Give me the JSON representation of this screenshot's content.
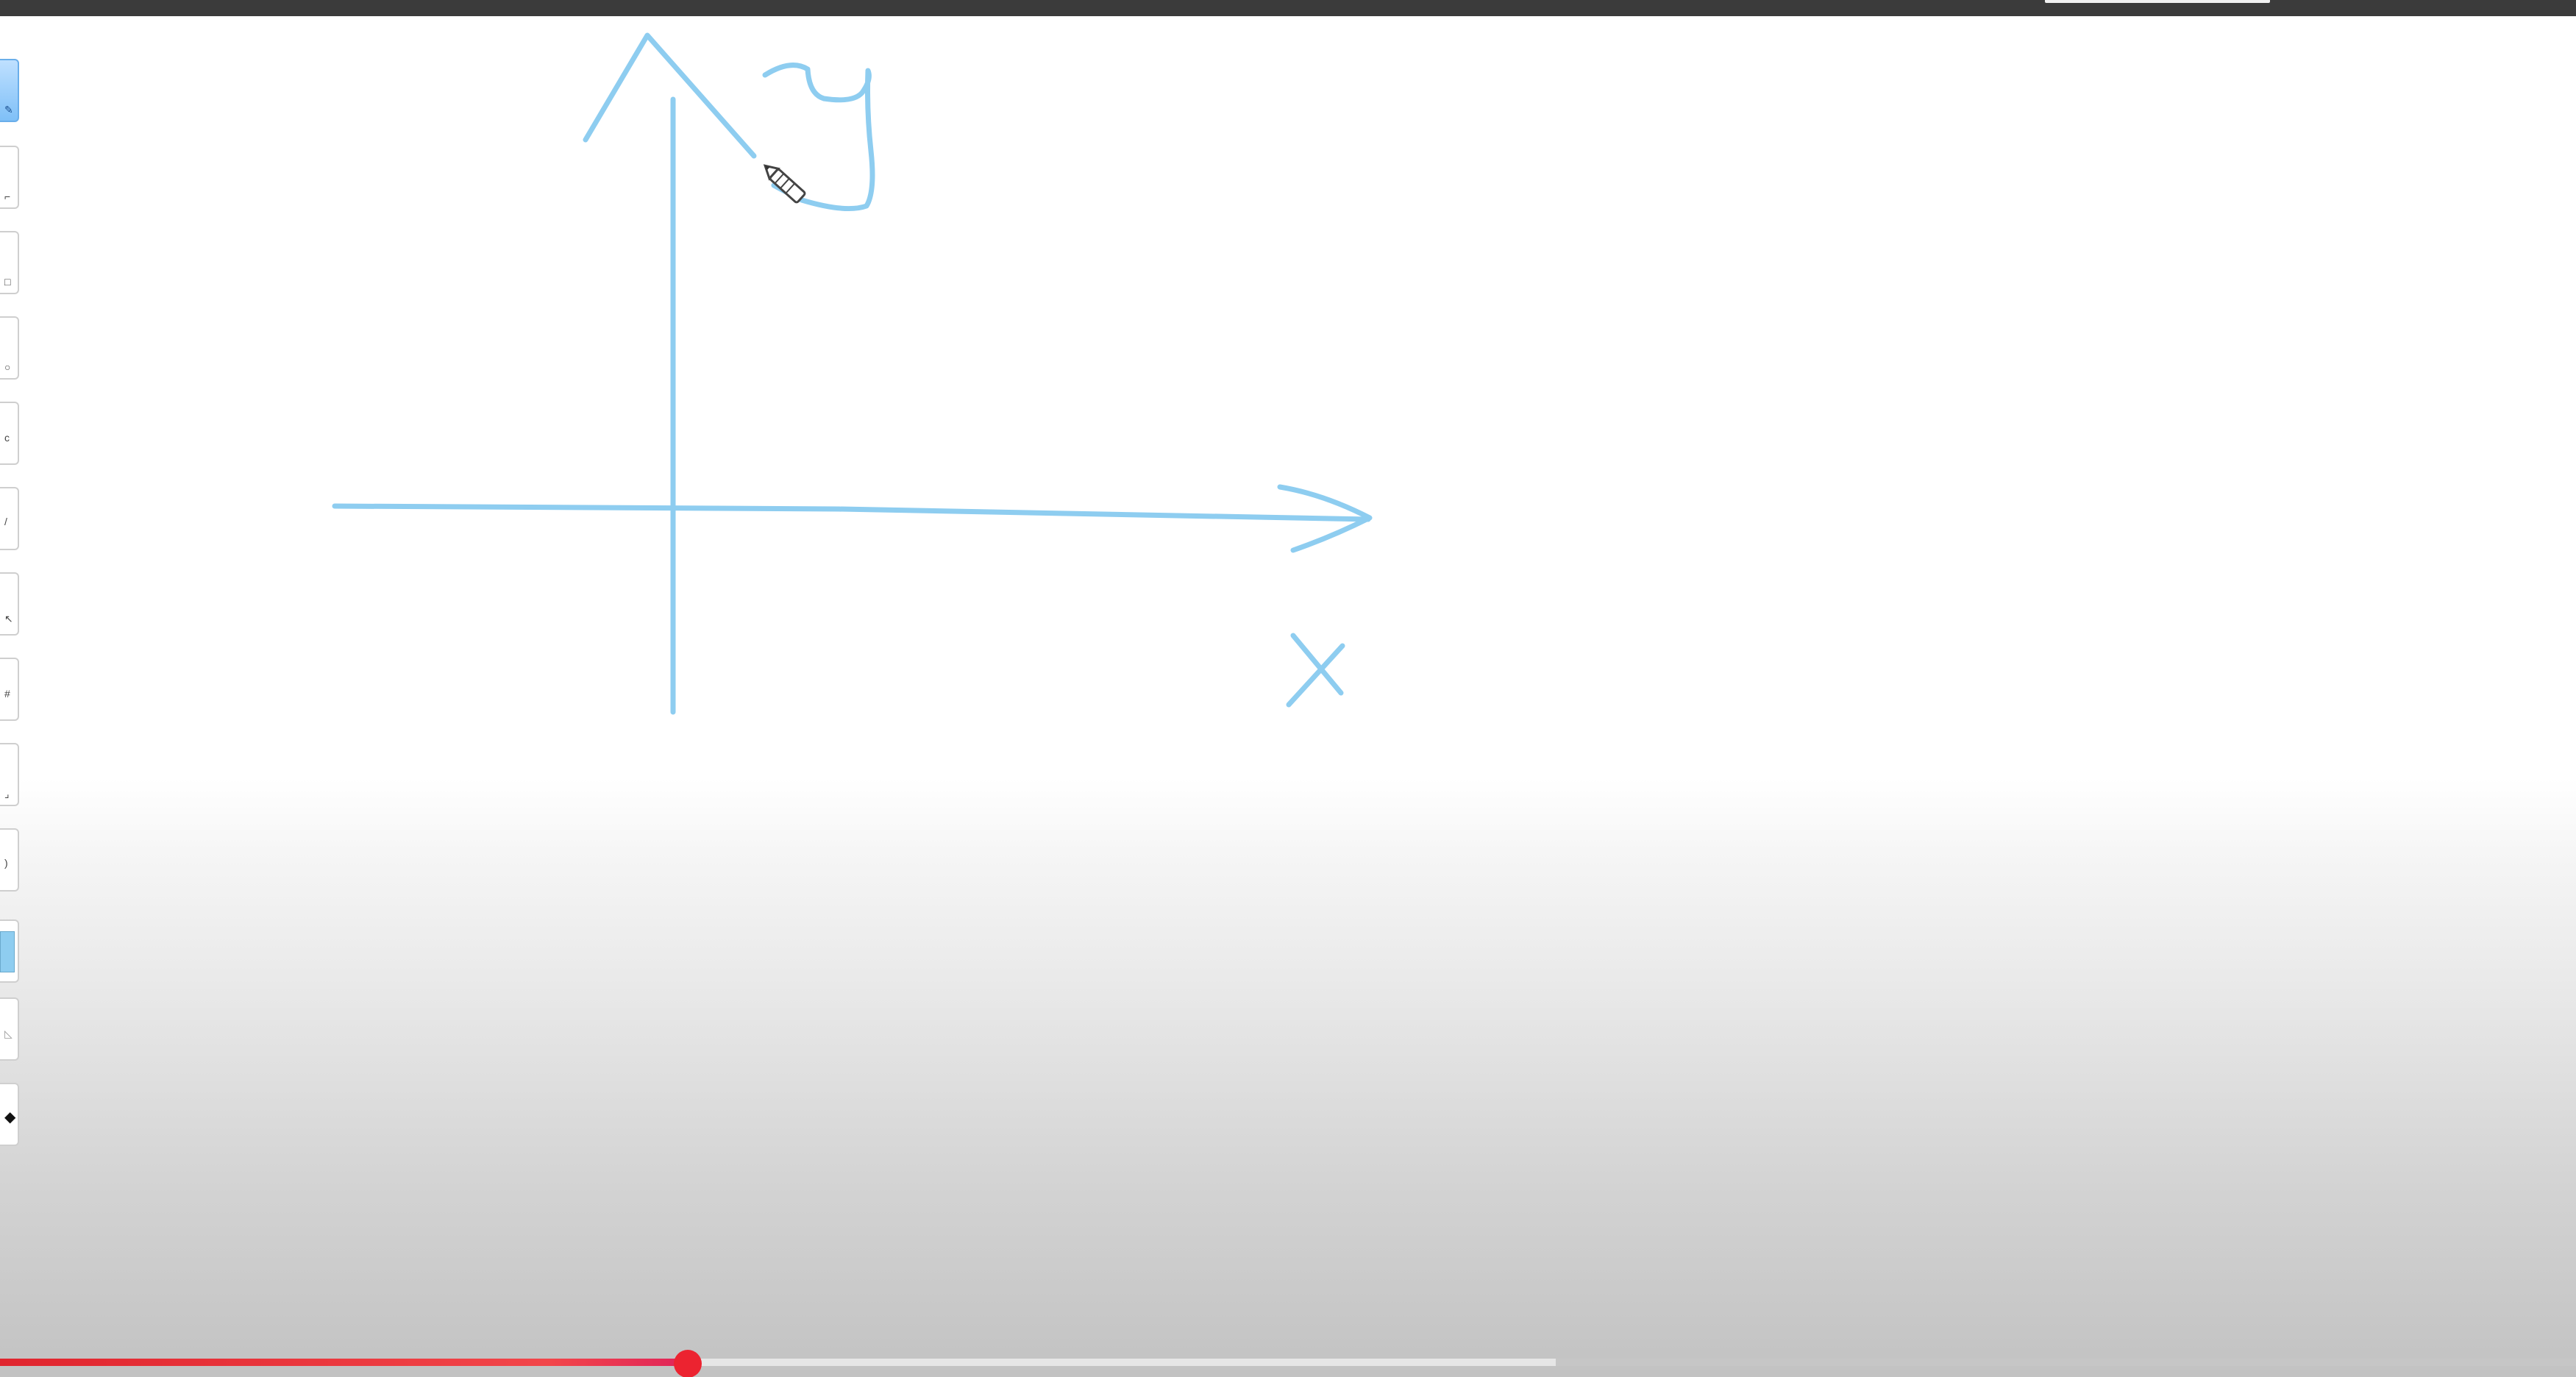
{
  "window": {
    "top_bar_color": "#3b3b3b"
  },
  "toolbar": {
    "tools": [
      {
        "name": "select-pen-tool",
        "icon": "pen-icon",
        "active": true
      },
      {
        "name": "line-tool",
        "icon": "line-icon",
        "active": false
      },
      {
        "name": "rectangle-tool",
        "icon": "rectangle-icon",
        "active": false
      },
      {
        "name": "ellipse-tool",
        "icon": "ellipse-icon",
        "active": false
      },
      {
        "name": "text-tool",
        "icon": "text-icon",
        "active": false
      },
      {
        "name": "highlighter-tool",
        "icon": "highlighter-icon",
        "active": false
      },
      {
        "name": "pointer-tool",
        "icon": "pointer-icon",
        "active": false
      },
      {
        "name": "grid-tool",
        "icon": "grid-icon",
        "active": false
      },
      {
        "name": "crop-tool",
        "icon": "crop-icon",
        "active": false
      },
      {
        "name": "lasso-tool",
        "icon": "lasso-icon",
        "active": false
      },
      {
        "name": "color-swatch",
        "icon": "color-swatch-icon",
        "active": false
      },
      {
        "name": "eraser-tool",
        "icon": "eraser-icon",
        "active": false
      },
      {
        "name": "fill-tool",
        "icon": "fill-icon",
        "active": false
      }
    ],
    "swatch_color": "#8ecdf0"
  },
  "drawing": {
    "ink_color": "#8ecdf0",
    "handwritten_labels": [
      "y",
      "x"
    ]
  },
  "cursor": {
    "icon": "pencil-cursor-icon"
  },
  "video_progress": {
    "played_fraction": 0.267,
    "buffered_fraction": 0.604,
    "played_color": "#ec2330"
  }
}
